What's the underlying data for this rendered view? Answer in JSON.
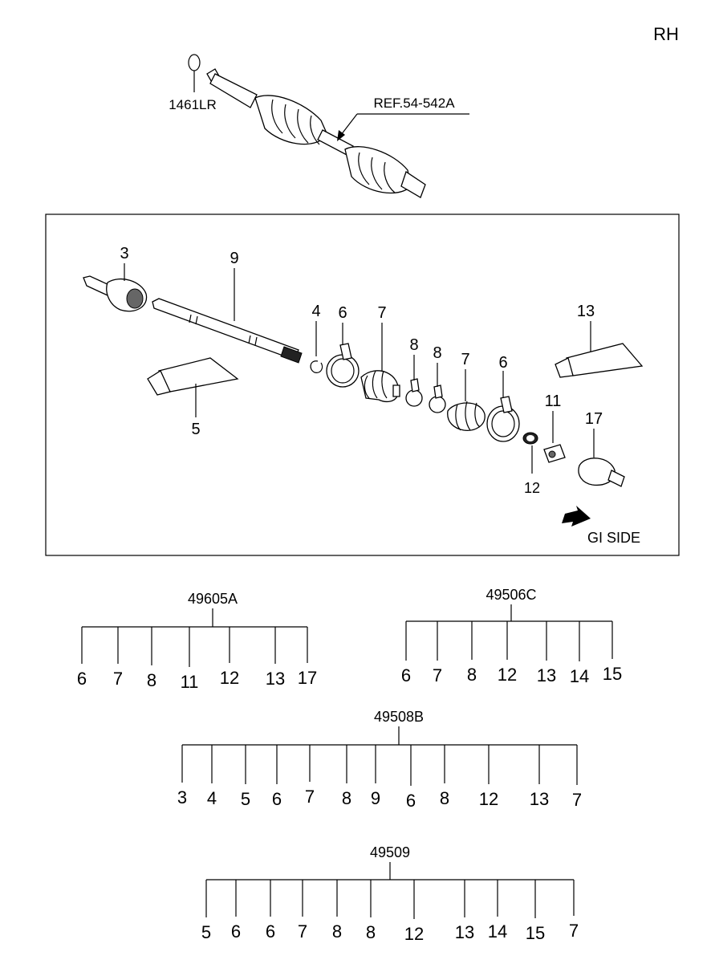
{
  "header": {
    "side": "RH"
  },
  "top_assembly": {
    "ring_label": "1461LR",
    "ref_label": "REF.54-542A"
  },
  "exploded": {
    "callouts": [
      {
        "key": "3",
        "text": "3"
      },
      {
        "key": "9",
        "text": "9"
      },
      {
        "key": "4",
        "text": "4"
      },
      {
        "key": "6a",
        "text": "6"
      },
      {
        "key": "7a",
        "text": "7"
      },
      {
        "key": "8a",
        "text": "8"
      },
      {
        "key": "8b",
        "text": "8"
      },
      {
        "key": "7b",
        "text": "7"
      },
      {
        "key": "6b",
        "text": "6"
      },
      {
        "key": "13",
        "text": "13"
      },
      {
        "key": "11",
        "text": "11"
      },
      {
        "key": "17",
        "text": "17"
      },
      {
        "key": "12",
        "text": "12"
      },
      {
        "key": "5",
        "text": "5"
      }
    ],
    "direction_label": "GI SIDE"
  },
  "kits": [
    {
      "code": "49605A",
      "items": [
        "6",
        "7",
        "8",
        "11",
        "12",
        "13",
        "17"
      ]
    },
    {
      "code": "49506C",
      "items": [
        "6",
        "7",
        "8",
        "12",
        "13",
        "14",
        "15"
      ]
    },
    {
      "code": "49508B",
      "items": [
        "3",
        "4",
        "5",
        "6",
        "7",
        "8",
        "9",
        "6",
        "8",
        "12",
        "13",
        "7"
      ]
    },
    {
      "code": "49509",
      "items": [
        "5",
        "6",
        "6",
        "7",
        "8",
        "8",
        "12",
        "13",
        "14",
        "15",
        "7"
      ]
    }
  ]
}
